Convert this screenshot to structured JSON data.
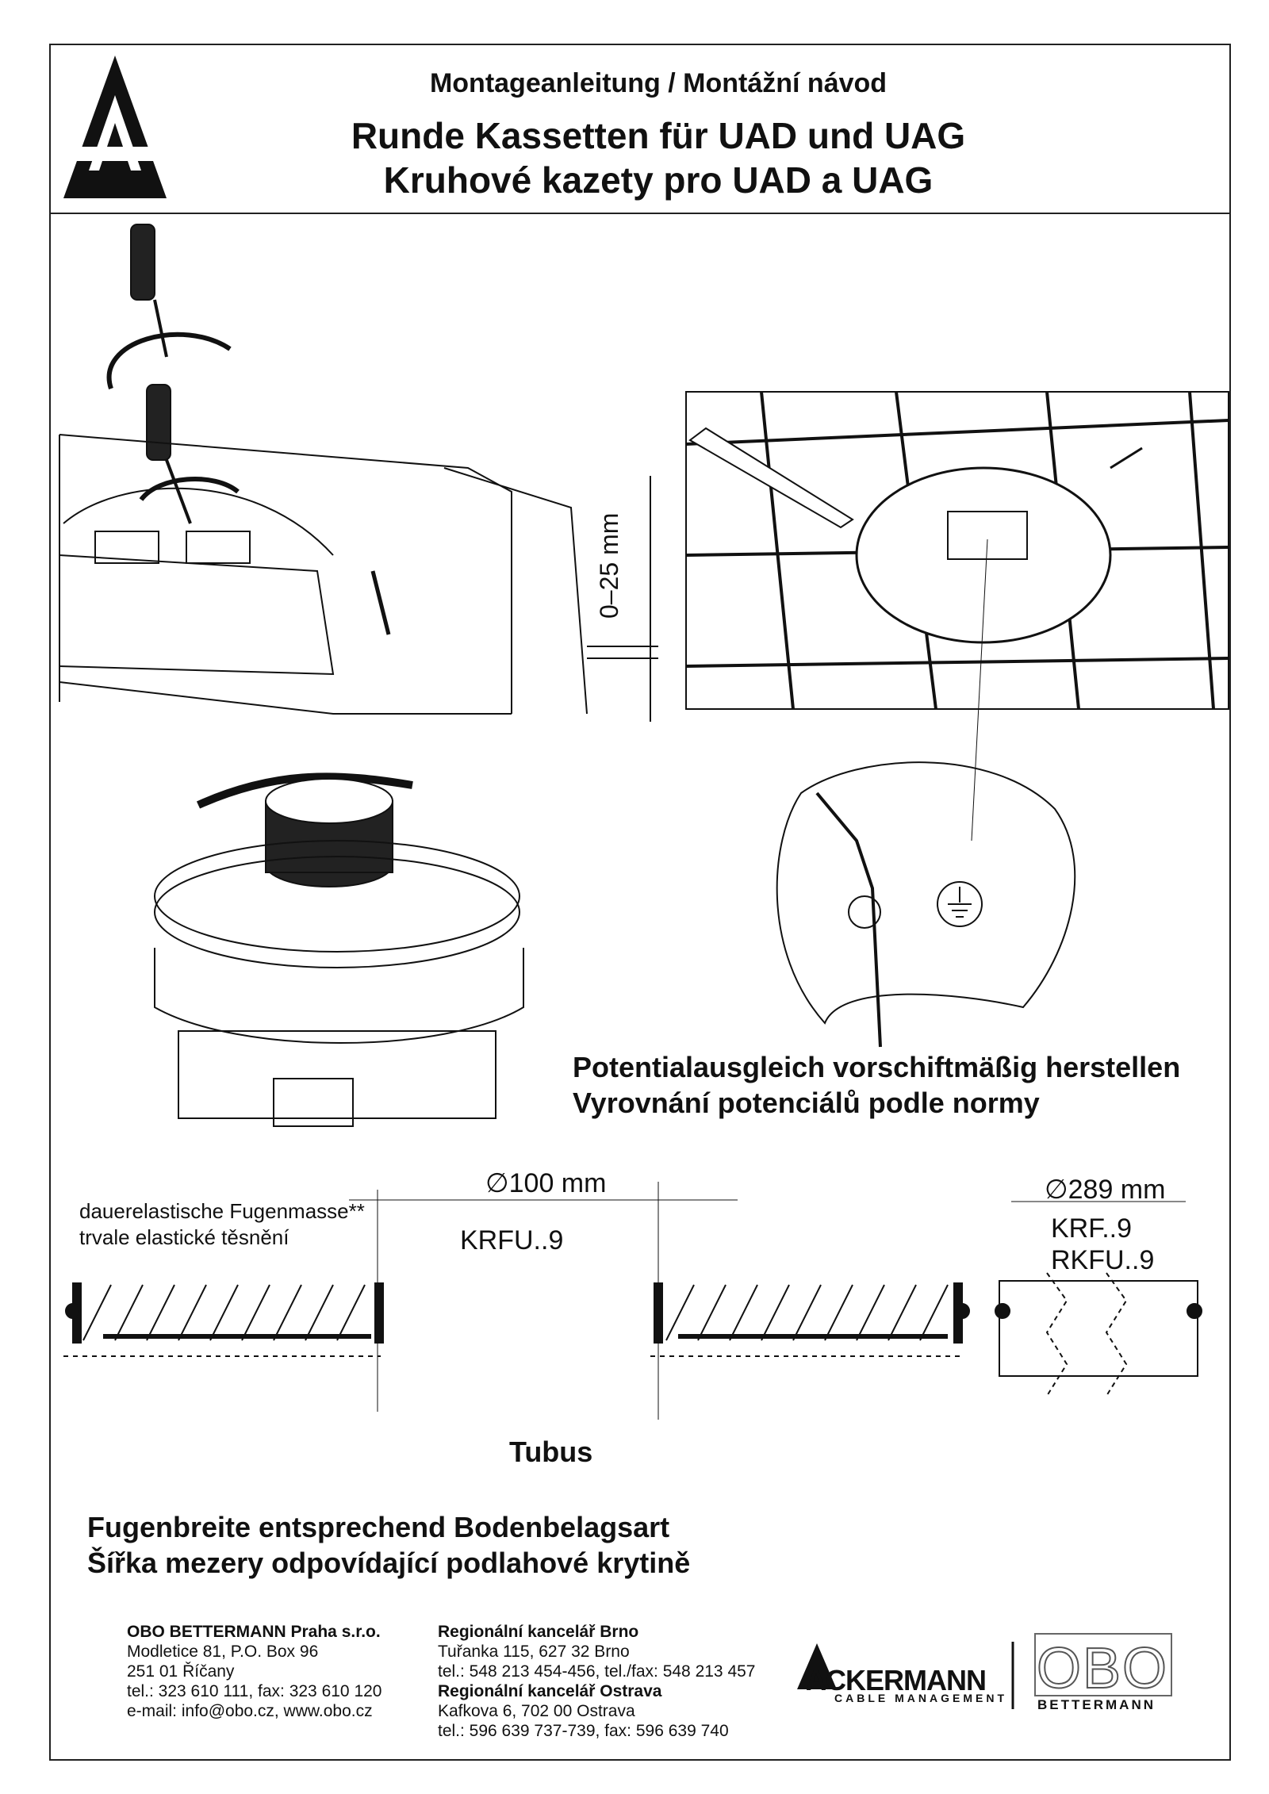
{
  "header": {
    "subtitle": "Montageanleitung / Montážní návod",
    "title_de": "Runde Kassetten für UAD und UAG",
    "title_cz": "Kruhové kazety pro UAD a UAG"
  },
  "figures": {
    "adjust_range": "0–25 mm",
    "potential_de": "Potentialausgleich vorschiftmäßig herstellen",
    "potential_cz": "Vyrovnání potenciálů podle normy",
    "diameter_small": "100 mm",
    "diameter_large": "289 mm",
    "sealant_de": "dauerelastische Fugenmasse**",
    "sealant_cz": "trvale elastické těsnění",
    "model_krfu": "KRFU..9",
    "model_krf": "KRF..9",
    "model_rkfu": "RKFU..9",
    "tubus": "Tubus",
    "joint_de": "Fugenbreite entsprechend Bodenbelagsart",
    "joint_cz": "Šířka mezery odpovídající podlahové krytině"
  },
  "contacts": {
    "praha_name": "OBO BETTERMANN Praha s.r.o.",
    "praha_addr1": "Modletice 81, P.O. Box 96",
    "praha_addr2": "251 01 Říčany",
    "praha_tel": "tel.: 323 610 111, fax: 323 610 120",
    "praha_email": "e-mail: info@obo.cz, www.obo.cz",
    "brno_name": "Regionální kancelář Brno",
    "brno_addr": "Tuřanka 115, 627 32 Brno",
    "brno_tel": "tel.: 548 213 454-456, tel./fax: 548 213 457",
    "ostrava_name": "Regionální kancelář Ostrava",
    "ostrava_addr": "Kafkova 6, 702 00 Ostrava",
    "ostrava_tel": "tel.: 596 639 737-739, fax: 596 639 740"
  },
  "logos": {
    "ackermann": "ACKERMANN",
    "ackermann_sub": "CABLE MANAGEMENT",
    "obo": "OBO",
    "obo_sub": "BETTERMANN"
  },
  "icons": [
    "ackermann-triangle-logo-icon",
    "screwdriver-icon",
    "rotate-arrow-icon",
    "ground-symbol-icon"
  ]
}
